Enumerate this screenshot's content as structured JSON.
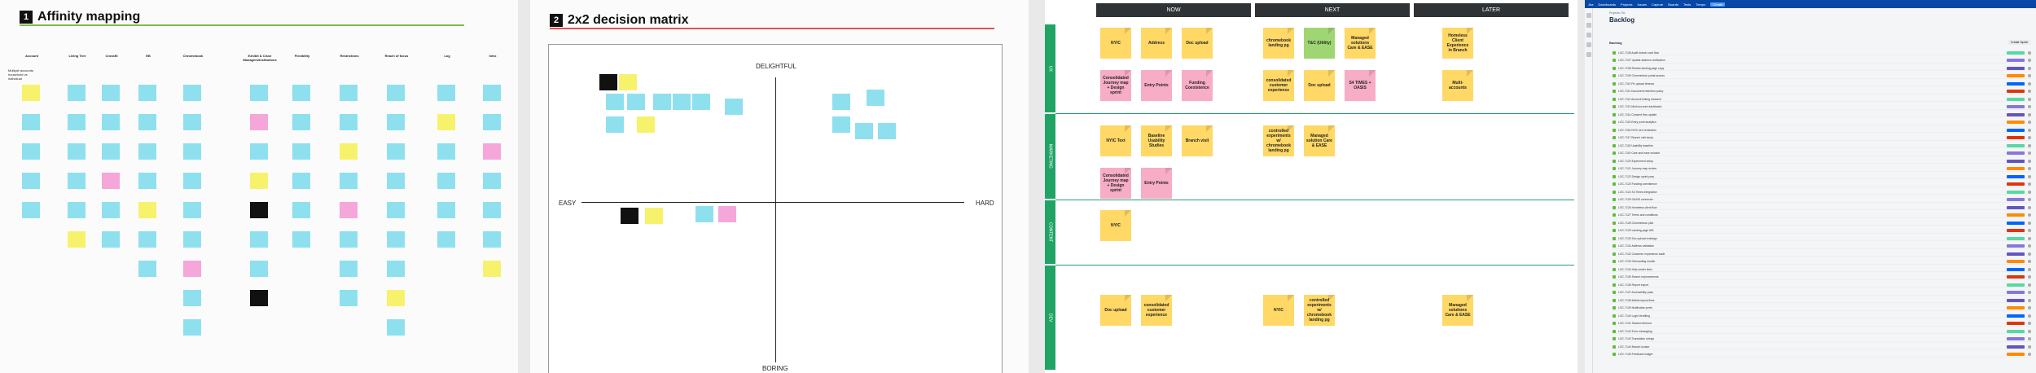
{
  "panel1": {
    "number": "1",
    "title": "Affinity mapping",
    "headers": [
      "Account",
      "Living Tree",
      "Crossfit",
      "EB",
      "Chromebook",
      "Ezhibit & Cisse Managers/Institutions",
      "Flexibility",
      "Restrictions",
      "Reach of focus",
      "Log",
      "Intro"
    ],
    "lead_note": "Multiple accounts household vs individual"
  },
  "panel2": {
    "number": "2",
    "title": "2x2 decision matrix",
    "top": "DELIGHTFUL",
    "bottom": "BORING",
    "left": "EASY",
    "right": "HARD"
  },
  "panel3": {
    "columns": [
      "NOW",
      "NEXT",
      "LATER"
    ],
    "bands": [
      "UX",
      "MARKETING",
      "CONTENT",
      "DEV"
    ],
    "notes": {
      "ux_now": [
        "NYIC",
        "Address",
        "Doc upload",
        "Consolidated Journey map + Design sprint",
        "Entry Points",
        "Funding Coexistence"
      ],
      "ux_next": [
        "chromebook landing pg",
        "T&C (Utility)",
        "Managed solutions Care & EASE",
        "consolidated customer experience",
        "Doc upload",
        "S4 TIMES + OASIS"
      ],
      "ux_later": [
        "Homeless Client Experience in Branch",
        "Multi-accounts"
      ],
      "mk_now": [
        "NYIC Text",
        "Baseline Usability Studies",
        "Branch visit",
        "Consolidated Journey map + Design sprint",
        "Entry Points"
      ],
      "mk_next": [
        "controlled experiments w/ chromebook landing pg",
        "Managed solution Care & EASE"
      ],
      "ct_now": [
        "NYIC"
      ],
      "dv_now": [
        "Doc upload",
        "consolidated customer experience"
      ],
      "dv_next": [
        "NYIC",
        "controlled experiments w/ chromebook landing pg"
      ],
      "dv_later": [
        "Managed solutions Care & EASE"
      ]
    }
  },
  "panel4": {
    "topbar": [
      "Jira",
      "Dashboards",
      "Projects",
      "Issues",
      "Capture",
      "Boards",
      "Tests",
      "Tempo",
      "Create"
    ],
    "breadcrumb": "Projects / BL",
    "title": "Backlog",
    "section": "Backlog",
    "create_sprint": "Create Sprint",
    "rows": [
      "LOC-7106 Audit branch card flow",
      "LOC-7107 Update address verification",
      "LOC-7108 Review landing page copy",
      "LOC-7109 Chromebook portal access",
      "LOC-7110 Fix upload timeout",
      "LOC-7111 Document retention policy",
      "LOC-7112 Account linking research",
      "LOC-7113 Multi account dashboard",
      "LOC-7114 Consent flow update",
      "LOC-7115 Entry point analytics",
      "LOC-7116 NYIC text reminders",
      "LOC-7117 Branch visit study",
      "LOC-7118 Usability baseline",
      "LOC-7119 Care and ease solution",
      "LOC-7120 Experiment setup",
      "LOC-7121 Journey map review",
      "LOC-7122 Design sprint prep",
      "LOC-7123 Funding coexistence",
      "LOC-7124 S4 Times integration",
      "LOC-7125 OASIS connector",
      "LOC-7126 Homeless client flow",
      "LOC-7127 Terms and conditions",
      "LOC-7128 Chromebook pilot",
      "LOC-7129 Landing page A/B",
      "LOC-7130 Doc upload redesign",
      "LOC-7131 Address validation",
      "LOC-7132 Customer experience audit",
      "LOC-7133 Onboarding emails",
      "LOC-7134 Help center links",
      "LOC-7135 Search improvements",
      "LOC-7136 Report export",
      "LOC-7137 Accessibility pass",
      "LOC-7138 Mobile layout fixes",
      "LOC-7139 Notification prefs",
      "LOC-7140 Login throttling",
      "LOC-7141 Session timeout",
      "LOC-7142 Error messaging",
      "LOC-7143 Translation strings",
      "LOC-7144 Branch locator",
      "LOC-7145 Feedback widget"
    ]
  }
}
